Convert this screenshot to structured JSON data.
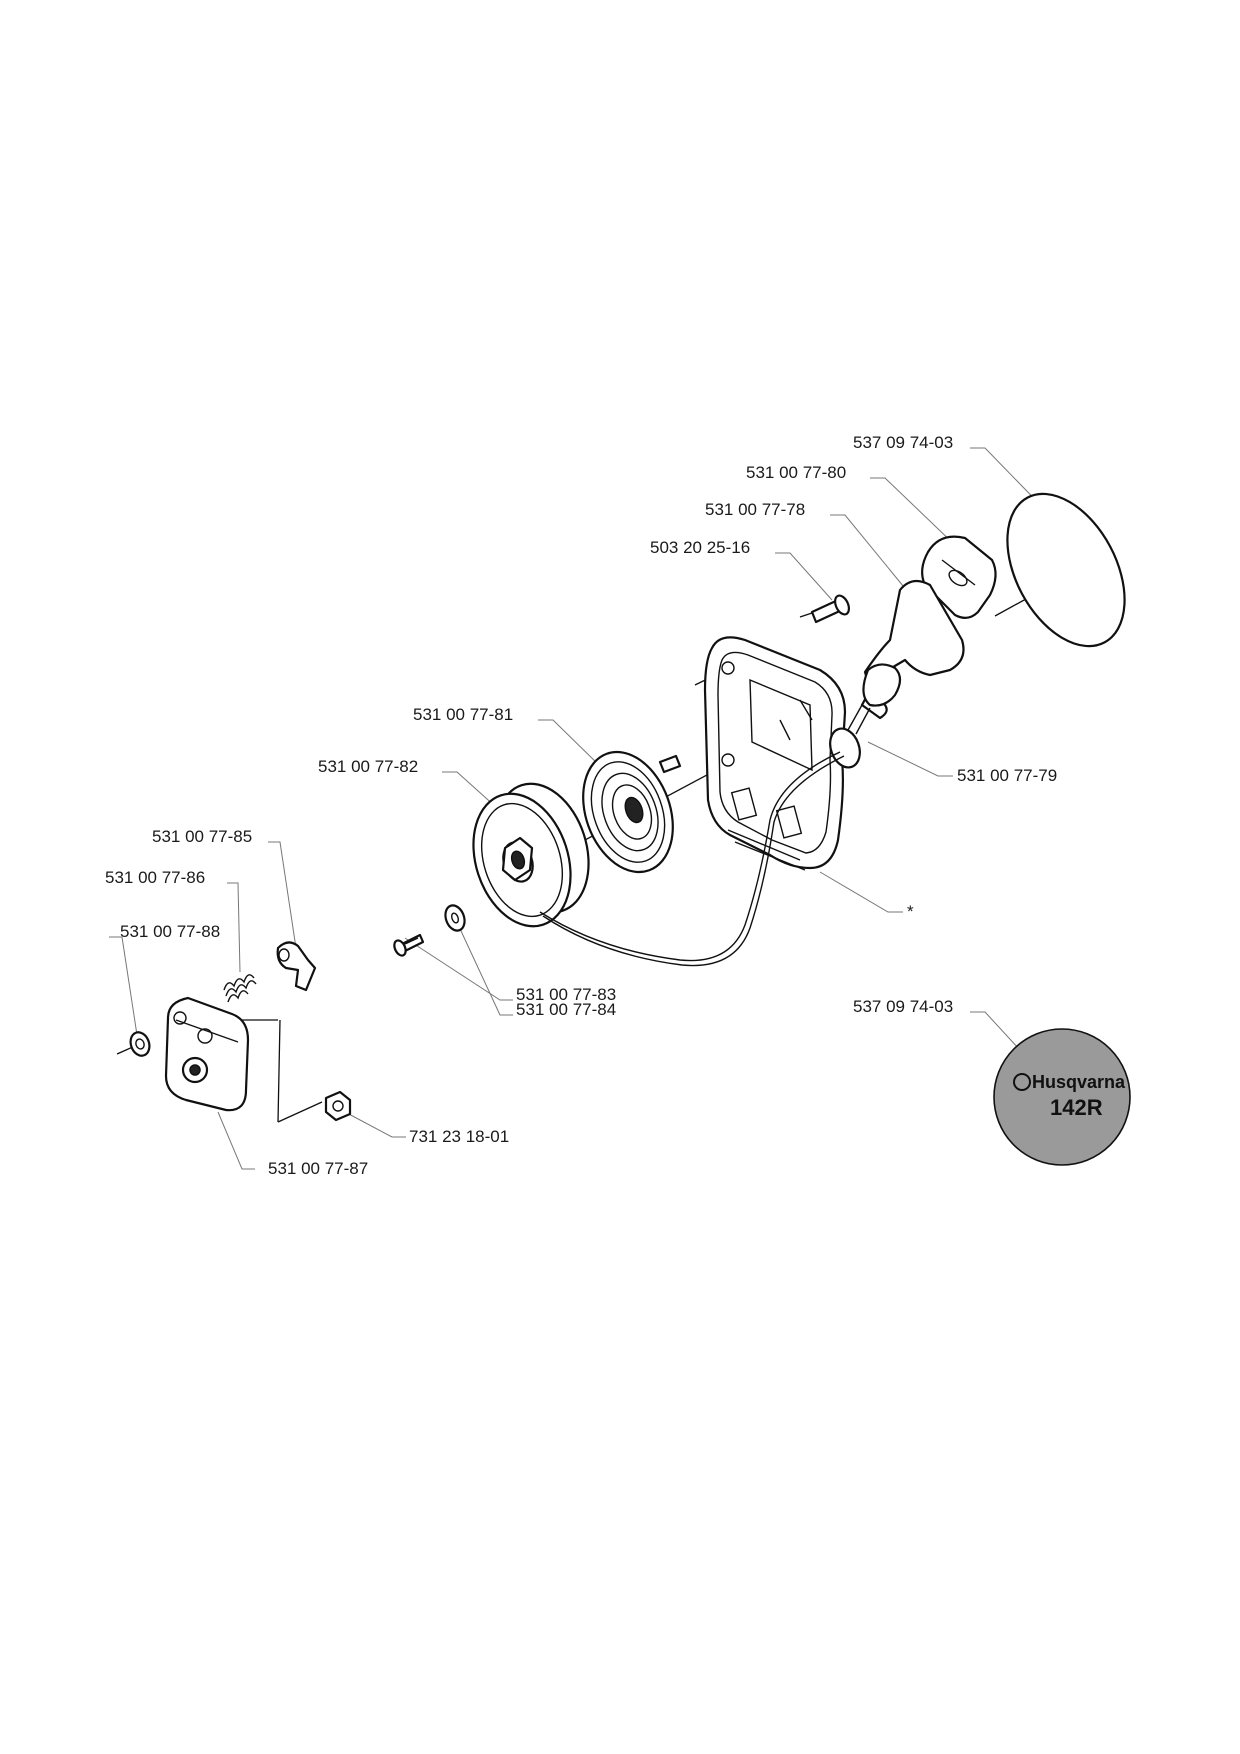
{
  "callouts": [
    {
      "id": "handle-disc-top",
      "text": "537 09 74-03"
    },
    {
      "id": "handle-grip",
      "text": "531 00 77-80"
    },
    {
      "id": "handle-body",
      "text": "531 00 77-78"
    },
    {
      "id": "screw-top",
      "text": "503 20 25-16"
    },
    {
      "id": "recoil-spring",
      "text": "531 00 77-81"
    },
    {
      "id": "rope-pulley",
      "text": "531 00 77-82"
    },
    {
      "id": "rope-guide",
      "text": "531 00 77-79"
    },
    {
      "id": "housing",
      "text": "*"
    },
    {
      "id": "pawl",
      "text": "531 00 77-85"
    },
    {
      "id": "pawl-spring",
      "text": "531 00 77-86"
    },
    {
      "id": "washer-small",
      "text": "531 00 77-88"
    },
    {
      "id": "center-screw",
      "text": "531 00 77-83"
    },
    {
      "id": "washer",
      "text": "531 00 77-84"
    },
    {
      "id": "decal",
      "text": "537 09 74-03"
    },
    {
      "id": "nut",
      "text": "731 23 18-01"
    },
    {
      "id": "starter-plate",
      "text": "531 00 77-87"
    }
  ],
  "decal": {
    "brand": "Husqvarna",
    "model": "142R",
    "color": "#9a9a9a"
  }
}
